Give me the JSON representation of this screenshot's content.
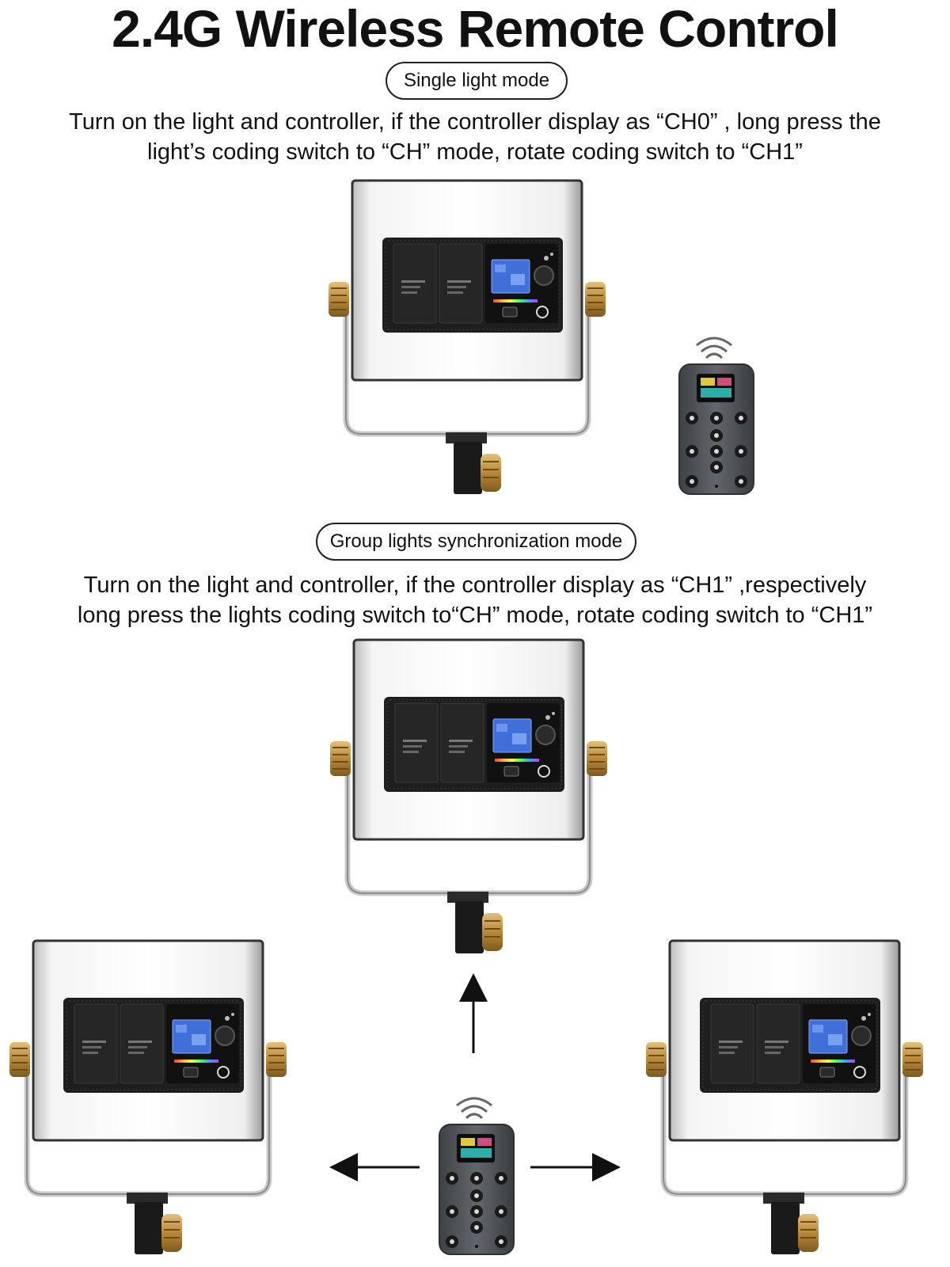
{
  "header": {
    "title": "2.4G Wireless Remote Control"
  },
  "single_mode": {
    "label": "Single light mode",
    "description_line1": "Turn on the light and controller, if the controller display as “CH0” , long press the",
    "description_line2": "light’s coding switch to “CH” mode, rotate coding switch to “CH1”"
  },
  "group_mode": {
    "label": "Group lights synchronization mode",
    "description_line1": "Turn on the light and controller, if the controller display as “CH1” ,respectively",
    "description_line2": "long press the lights coding switch to“CH” mode, rotate coding switch to “CH1”"
  },
  "icons": {
    "light": "led-panel-light-icon",
    "remote": "remote-controller-icon",
    "signal": "wireless-signal-icon",
    "arrow": "arrow-icon"
  },
  "colors": {
    "panel_frame": "#e6e6e6",
    "panel_back": "#1e1e1e",
    "knob": "#b8893a",
    "screen": "#3f6fd8",
    "remote_body": "#5a5d61"
  }
}
